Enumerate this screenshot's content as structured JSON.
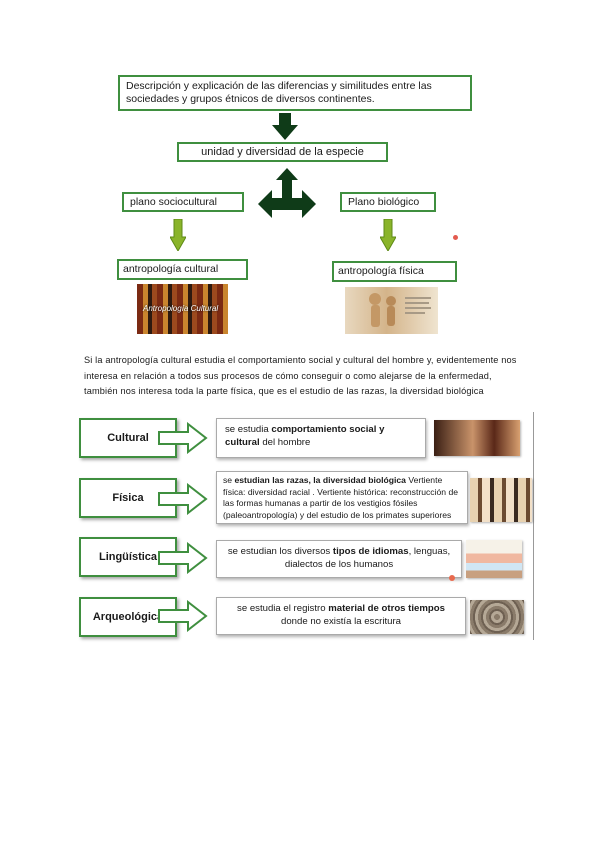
{
  "diagram": {
    "top_box": "Descripción y explicación de las diferencias y similitudes entre las sociedades y grupos étnicos de diversos continentes.",
    "unidad": "unidad y diversidad de la especie",
    "plano_left": "plano sociocultural",
    "plano_right": "Plano biológico",
    "antro_left": "antropología cultural",
    "antro_right": "antropología física",
    "photo_left_caption": "Antropología Cultural"
  },
  "paragraph": "Si la antropología cultural estudia el comportamiento social y cultural del hombre y, evidentemente nos interesa en relación a todos sus procesos de cómo conseguir o como alejarse de la enfermedad, también nos interesa toda la parte física, que es el estudio de las razas, la diversidad biológica",
  "branches": [
    {
      "label": "Cultural",
      "pre": "se estudia ",
      "bold": "comportamiento social y cultural",
      "post": " del hombre"
    },
    {
      "label": "Física",
      "pre": "se ",
      "bold": "estudian las razas, la diversidad biológica",
      "post": " Vertiente física: diversidad racial . Vertiente histórica: reconstrucción de las formas humanas a partir de los vestigios fósiles (paleoantropología) y del estudio de los primates superiores"
    },
    {
      "label": "Lingüística",
      "pre": "se estudian los diversos ",
      "bold": "tipos de idiomas",
      "post": ", lenguas, dialectos de los humanos"
    },
    {
      "label": "Arqueológica",
      "pre": "se estudia el registro ",
      "bold": "material de otros tiempos",
      "post": " donde no existía la escritura"
    }
  ],
  "colors": {
    "green_border": "#3f8f3f",
    "dark_arrow": "#0f3b18",
    "light_arrow": "#8ab42a"
  }
}
